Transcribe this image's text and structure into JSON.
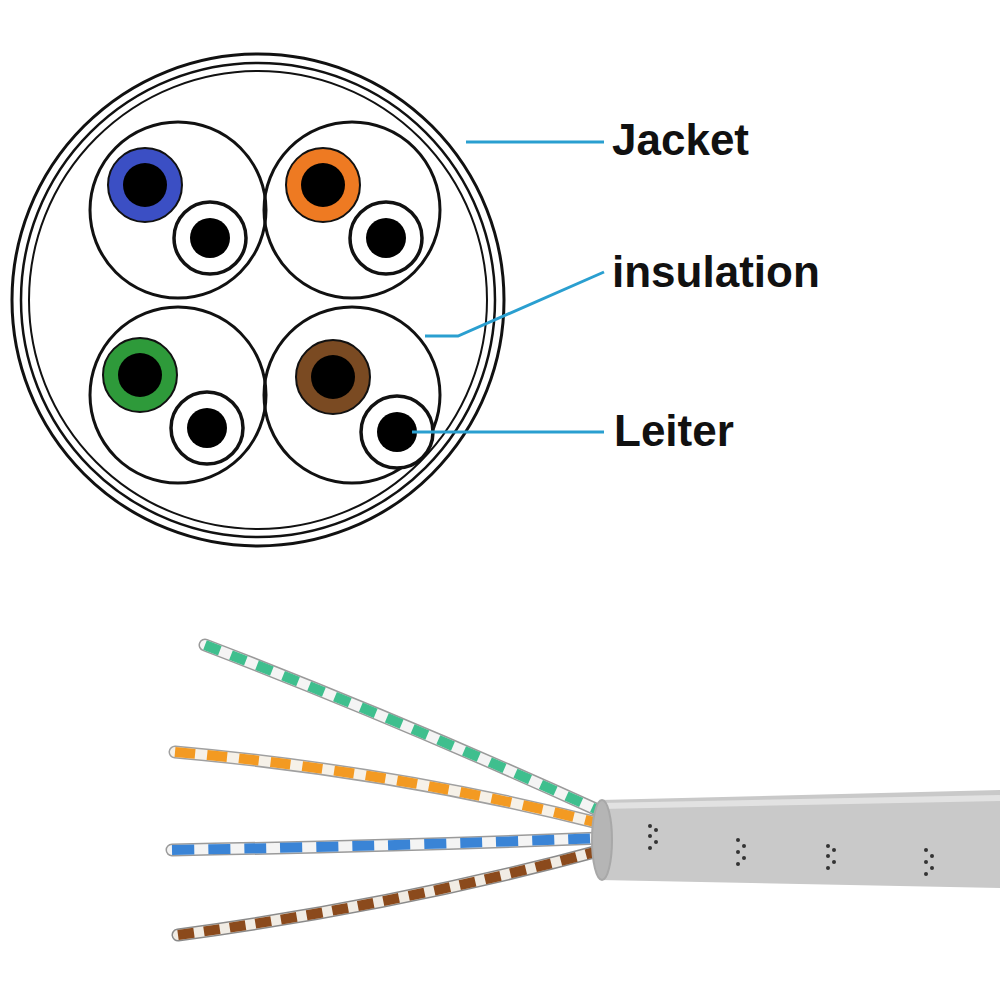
{
  "diagram": {
    "labels": [
      "Jacket",
      "insulation",
      "Leiter"
    ]
  }
}
